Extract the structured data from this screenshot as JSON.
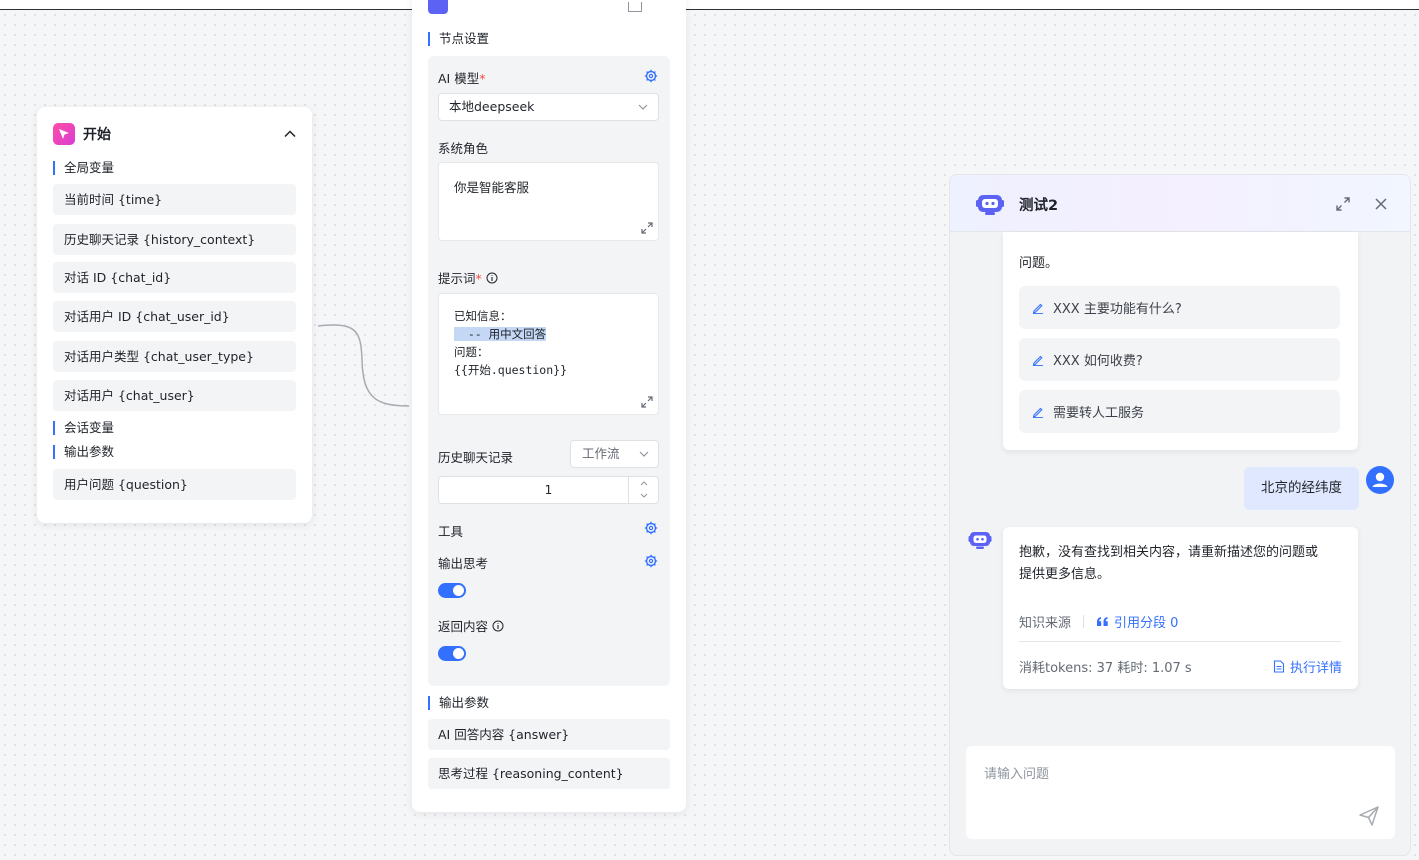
{
  "start_node": {
    "title": "开始",
    "global_vars_title": "全局变量",
    "global_vars": [
      "当前时间 {time}",
      "历史聊天记录 {history_context}",
      "对话 ID {chat_id}",
      "对话用户 ID {chat_user_id}",
      "对话用户类型 {chat_user_type}",
      "对话用户 {chat_user}"
    ],
    "session_vars_title": "会话变量",
    "output_title": "输出参数",
    "outputs": [
      "用户问题 {question}"
    ]
  },
  "ai_node": {
    "node_settings_title": "节点设置",
    "model_label": "AI 模型",
    "required_mark": "*",
    "model_value": "本地deepseek",
    "system_role_label": "系统角色",
    "system_role_value": "你是智能客服",
    "prompt_label": "提示词",
    "prompt_lines": {
      "line1": "已知信息：",
      "line2": "  -- 用中文回答",
      "line3": "问题：",
      "line4": "{{开始.question}}"
    },
    "history_label": "历史聊天记录",
    "history_select": "工作流",
    "history_count": "1",
    "tools_label": "工具",
    "reasoning_label": "输出思考",
    "reasoning_on": true,
    "return_label": "返回内容",
    "return_on": true,
    "output_title": "输出参数",
    "outputs": [
      "AI 回答内容 {answer}",
      "思考过程 {reasoning_content}"
    ]
  },
  "chat": {
    "title": "测试2",
    "partial_text": "问题。",
    "suggestions": [
      "XXX 主要功能有什么?",
      "XXX 如何收费?",
      "需要转人工服务"
    ],
    "user_message": "北京的经纬度",
    "bot_reply_line1": "抱歉，没有查找到相关内容，请重新描述您的问题或",
    "bot_reply_line2": "提供更多信息。",
    "source_label": "知识来源",
    "cite_label": "引用分段 0",
    "tokens_text": "消耗tokens: 37  耗时: 1.07 s",
    "detail_label": "执行详情",
    "input_placeholder": "请输入问题"
  },
  "colors": {
    "accent": "#3370ff",
    "required": "#f54a45",
    "bot_purple": "#5b62f4",
    "start_pink": "#e83fb8"
  },
  "icons": {
    "start": "pointer-icon",
    "collapse": "chevron-up-icon",
    "gear": "gear-icon",
    "expand": "expand-icon",
    "close": "close-icon",
    "send": "send-icon",
    "bot": "robot-icon",
    "user": "user-avatar-icon",
    "edit": "pen-icon",
    "quote": "quote-icon",
    "document": "document-icon"
  }
}
